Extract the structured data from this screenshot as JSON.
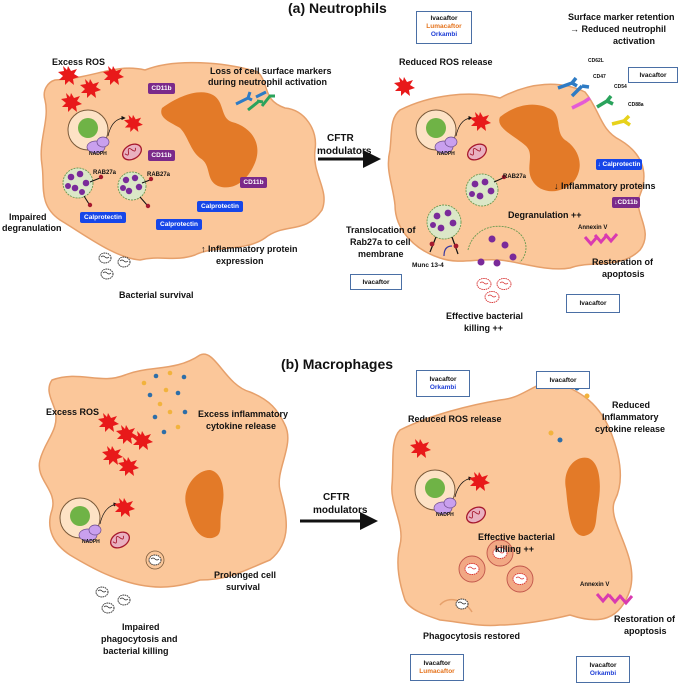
{
  "panel_a": {
    "title": "(a) Neutrophils",
    "arrow_label_1": "CFTR",
    "arrow_label_2": "modulators",
    "left": {
      "excess_ros": "Excess ROS",
      "loss_markers_1": "Loss of cell surface markers",
      "loss_markers_2": "during neutrophil activation",
      "nadph": "NADPH",
      "rab27a_1": "RAB27a",
      "rab27a_2": "RAB27a",
      "cd11b_1": "CD11b",
      "cd11b_2": "CD11b",
      "cd11b_3": "CD11b",
      "calprotectin_1": "Calprotectin",
      "calprotectin_2": "Calprotectin",
      "calprotectin_3": "Calprotectin",
      "impaired_degranulation_1": "Impaired",
      "impaired_degranulation_2": "degranulation",
      "inflammatory_expression_1": "↑ Inflammatory protein",
      "inflammatory_expression_2": "expression",
      "bacterial_survival": "Bacterial survival"
    },
    "right": {
      "drug_box_1": [
        "Ivacaftor",
        "Lumacaftor",
        "Orkambi"
      ],
      "reduced_ros": "Reduced ROS release",
      "surface_retention_1": "Surface marker retention",
      "surface_retention_2": "→  Reduced neutrophil",
      "surface_retention_3": "activation",
      "drug_box_2": "Ivacaftor",
      "cd62l": "CD62L",
      "cd47": "CD47",
      "cd54": "CD54",
      "cd88a": "CD88a",
      "nadph": "NADPH",
      "calprotectin": "↓ Calprotectin",
      "inflammatory_proteins": "↓ Inflammatory proteins",
      "cd11b": "↓CD11b",
      "rab27a": "RAB27a",
      "degranulation": "Degranulation ++",
      "translocation_1": "Translocation of",
      "translocation_2": "Rab27a to cell",
      "translocation_3": "membrane",
      "drug_box_3": "Ivacaftor",
      "munc": "Munc 13-4",
      "annexin": "Annexin V",
      "restoration_1": "Restoration of",
      "restoration_2": "apoptosis",
      "drug_box_4": "Ivacaftor",
      "effective_killing_1": "Effective bacterial",
      "effective_killing_2": "killing ++"
    }
  },
  "panel_b": {
    "title": "(b) Macrophages",
    "arrow_label_1": "CFTR",
    "arrow_label_2": "modulators",
    "left": {
      "excess_ros": "Excess ROS",
      "excess_cytokine_1": "Excess inflammatory",
      "excess_cytokine_2": "cytokine release",
      "nadph": "NADPH",
      "prolonged_1": "Prolonged cell",
      "prolonged_2": "survival",
      "impaired_1": "Impaired",
      "impaired_2": "phagocytosis and",
      "impaired_3": "bacterial killing"
    },
    "right": {
      "drug_box_1": [
        "Ivacaftor",
        "Orkambi"
      ],
      "drug_box_2": "Ivacaftor",
      "reduced_ros": "Reduced ROS release",
      "reduced_cytokine_1": "Reduced",
      "reduced_cytokine_2": "Inflammatory",
      "reduced_cytokine_3": "cytokine release",
      "nadph": "NADPH",
      "effective_killing_1": "Effective bacterial",
      "effective_killing_2": "killing ++",
      "annexin": "Annexin V",
      "phagocytosis_restored": "Phagocytosis restored",
      "restoration_1": "Restoration of",
      "restoration_2": "apoptosis",
      "drug_box_3": [
        "Ivacaftor",
        "Lumacaftor"
      ],
      "drug_box_4": [
        "Ivacaftor",
        "Orkambi"
      ]
    }
  },
  "colors": {
    "cell_fill": "#fbc79a",
    "cell_stroke": "#e6a06b",
    "nucleus": "#e37a28",
    "ros": "#e8191a",
    "nadph": "#c9a0ee",
    "granule": "#7a2a9a",
    "lysosome": "#66b34a",
    "drug_ivacaftor": "#111111",
    "drug_lumacaftor": "#e5731c",
    "drug_orkambi": "#1f3fd6",
    "tag_blue": "#1646e8",
    "tag_purple": "#7b2a8a"
  }
}
